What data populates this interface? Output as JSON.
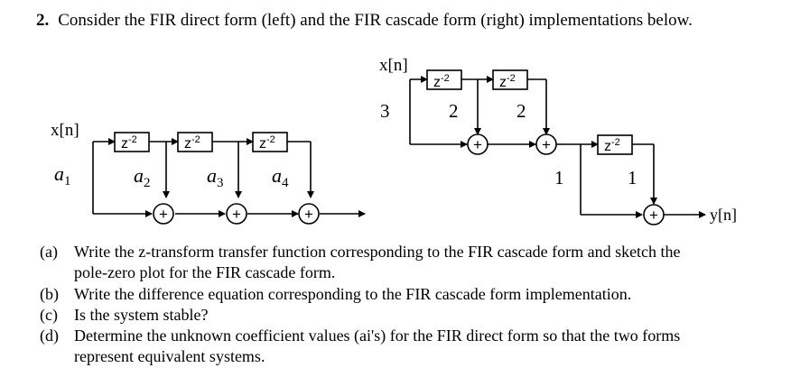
{
  "problem": {
    "number": "2.",
    "statement": "Consider the FIR direct form (left) and the FIR cascade form (right) implementations below."
  },
  "direct_form": {
    "input_label": "x[n]",
    "delay_label": "z",
    "delay_exp": "-2",
    "coefficients": [
      {
        "base": "a",
        "sub": "1"
      },
      {
        "base": "a",
        "sub": "2"
      },
      {
        "base": "a",
        "sub": "3"
      },
      {
        "base": "a",
        "sub": "4"
      }
    ],
    "adder_symbol": "+"
  },
  "cascade_form": {
    "input_label": "x[n]",
    "output_label": "y[n]",
    "delay_label": "z",
    "delay_exp": "-2",
    "stage1_coefficients": [
      "3",
      "2",
      "2"
    ],
    "stage2_coefficients": [
      "1",
      "1"
    ],
    "adder_symbol": "+"
  },
  "questions": [
    {
      "label": "(a)",
      "line1": "Write the z-transform transfer function corresponding to the FIR cascade form and sketch the",
      "line2": "pole-zero plot for the FIR cascade form."
    },
    {
      "label": "(b)",
      "line1": "Write the difference equation corresponding to the FIR cascade form implementation."
    },
    {
      "label": "(c)",
      "line1": "Is the system stable?"
    },
    {
      "label": "(d)",
      "line1": "Determine the unknown coefficient values (ai's) for the FIR direct form so that the two forms",
      "line2": "represent equivalent systems."
    }
  ]
}
